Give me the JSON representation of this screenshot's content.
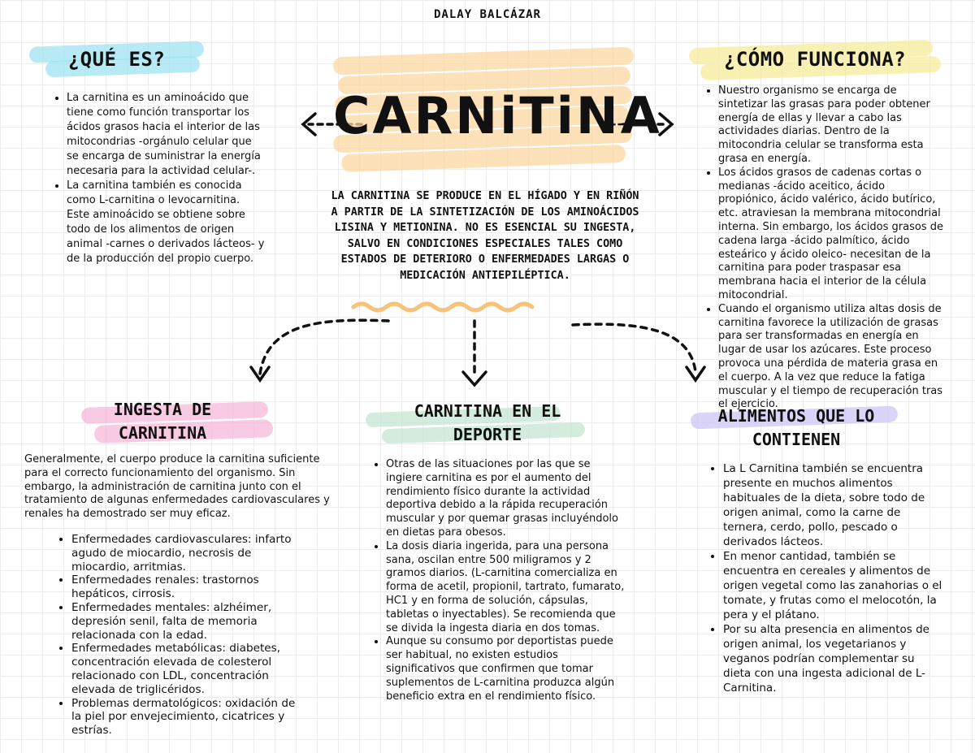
{
  "author": "DALAY BALCÁZAR",
  "title": "CARNiTiNA",
  "intro": "LA CARNITINA SE PRODUCE EN EL HÍGADO Y EN RIÑÓN A PARTIR DE LA SINTETIZACIÓN DE LOS AMINOÁCIDOS LISINA Y METIONINA. NO ES ESENCIAL SU INGESTA, SALVO EN CONDICIONES ESPECIALES TALES COMO ESTADOS DE DETERIORO O ENFERMEDADES LARGAS O MEDICACIÓN ANTIEPILÉPTICA.",
  "colors": {
    "cyan": "#9fe3f0",
    "yellow": "#f7ec9a",
    "orange": "#fcd7a2",
    "pink": "#f7b8d9",
    "green": "#c4e6d2",
    "lavender": "#cfc6f7"
  },
  "que_es": {
    "heading": "¿QUÉ ES?",
    "items": [
      "La carnitina es un aminoácido que tiene como función transportar los ácidos grasos hacia el interior de las mitocondrias -orgánulo celular que se encarga de suministrar la energía necesaria para la actividad celular-.",
      "La carnitina también es conocida como L-carnitina o levocarnitina. Este aminoácido se obtiene sobre todo de los alimentos de origen animal -carnes o derivados lácteos- y de la producción del propio cuerpo."
    ]
  },
  "como_funciona": {
    "heading": "¿CÓMO FUNCIONA?",
    "items": [
      "Nuestro organismo se encarga de sintetizar las grasas para poder obtener energía de ellas y llevar a cabo las actividades diarias. Dentro de la mitocondria celular se transforma esta grasa en energía.",
      "Los ácidos grasos de cadenas cortas o medianas -ácido aceitico, ácido propiónico, ácido valérico, ácido butírico, etc. atraviesan la membrana mitocondrial interna. Sin embargo, los ácidos grasos de cadena larga -ácido palmítico, ácido esteárico y ácido oleico- necesitan de la carnitina para poder traspasar esa membrana hacia el interior de la célula mitocondrial.",
      "Cuando el organismo utiliza altas dosis de carnitina favorece la utilización de grasas para ser transformadas en energía en lugar de usar los azúcares. Este proceso provoca una pérdida de materia grasa en el cuerpo. A la vez que reduce la fatiga muscular y el tiempo de recuperación tras el ejercicio."
    ]
  },
  "ingesta": {
    "heading": "INGESTA DE CARNITINA",
    "paragraph": "Generalmente, el cuerpo produce la carnitina suficiente para el correcto funcionamiento del organismo. Sin embargo, la administración de carnitina junto con el tratamiento de algunas enfermedades cardiovasculares y renales ha demostrado ser muy eficaz.",
    "items": [
      "Enfermedades cardiovasculares: infarto agudo de miocardio, necrosis de miocardio, arritmias.",
      "Enfermedades renales: trastornos hepáticos, cirrosis.",
      "Enfermedades mentales: alzhéimer, depresión senil, falta de memoria relacionada con la edad.",
      "Enfermedades metabólicas: diabetes, concentración elevada de colesterol relacionado con LDL, concentración elevada de triglicéridos.",
      "Problemas dermatológicos: oxidación de la piel por envejecimiento, cicatrices y estrías."
    ]
  },
  "deporte": {
    "heading": "CARNITINA EN EL DEPORTE",
    "items": [
      "Otras de las situaciones por las que se ingiere carnitina es por el aumento del rendimiento físico durante la actividad deportiva debido a la rápida recuperación muscular y por quemar grasas incluyéndolo en dietas para obesos.",
      "La dosis diaria ingerida, para una persona sana, oscilan entre 500 miligramos y 2 gramos diarios. (L-carnitina comercializa en forma de acetil, propionil, tartrato, fumarato, HC1 y en forma de solución, cápsulas, tabletas o inyectables). Se recomienda que se divida la ingesta diaria en dos tomas.",
      "Aunque su consumo por deportistas puede ser habitual, no existen estudios significativos que confirmen que tomar suplementos de L-carnitina produzca algún beneficio extra en el rendimiento físico."
    ]
  },
  "alimentos": {
    "heading": "ALIMENTOS QUE LO CONTIENEN",
    "items": [
      "La L Carnitina también se encuentra presente en muchos alimentos habituales de la dieta, sobre todo de origen animal, como la carne de ternera, cerdo, pollo, pescado o derivados lácteos.",
      "En menor cantidad, también se encuentra en cereales y alimentos de origen vegetal como las zanahorias o el tomate, y frutas como el melocotón, la pera y el plátano.",
      "Por su alta presencia en alimentos de origen animal, los vegetarianos y veganos podrían complementar su dieta con una ingesta adicional de L-Carnitina."
    ]
  }
}
